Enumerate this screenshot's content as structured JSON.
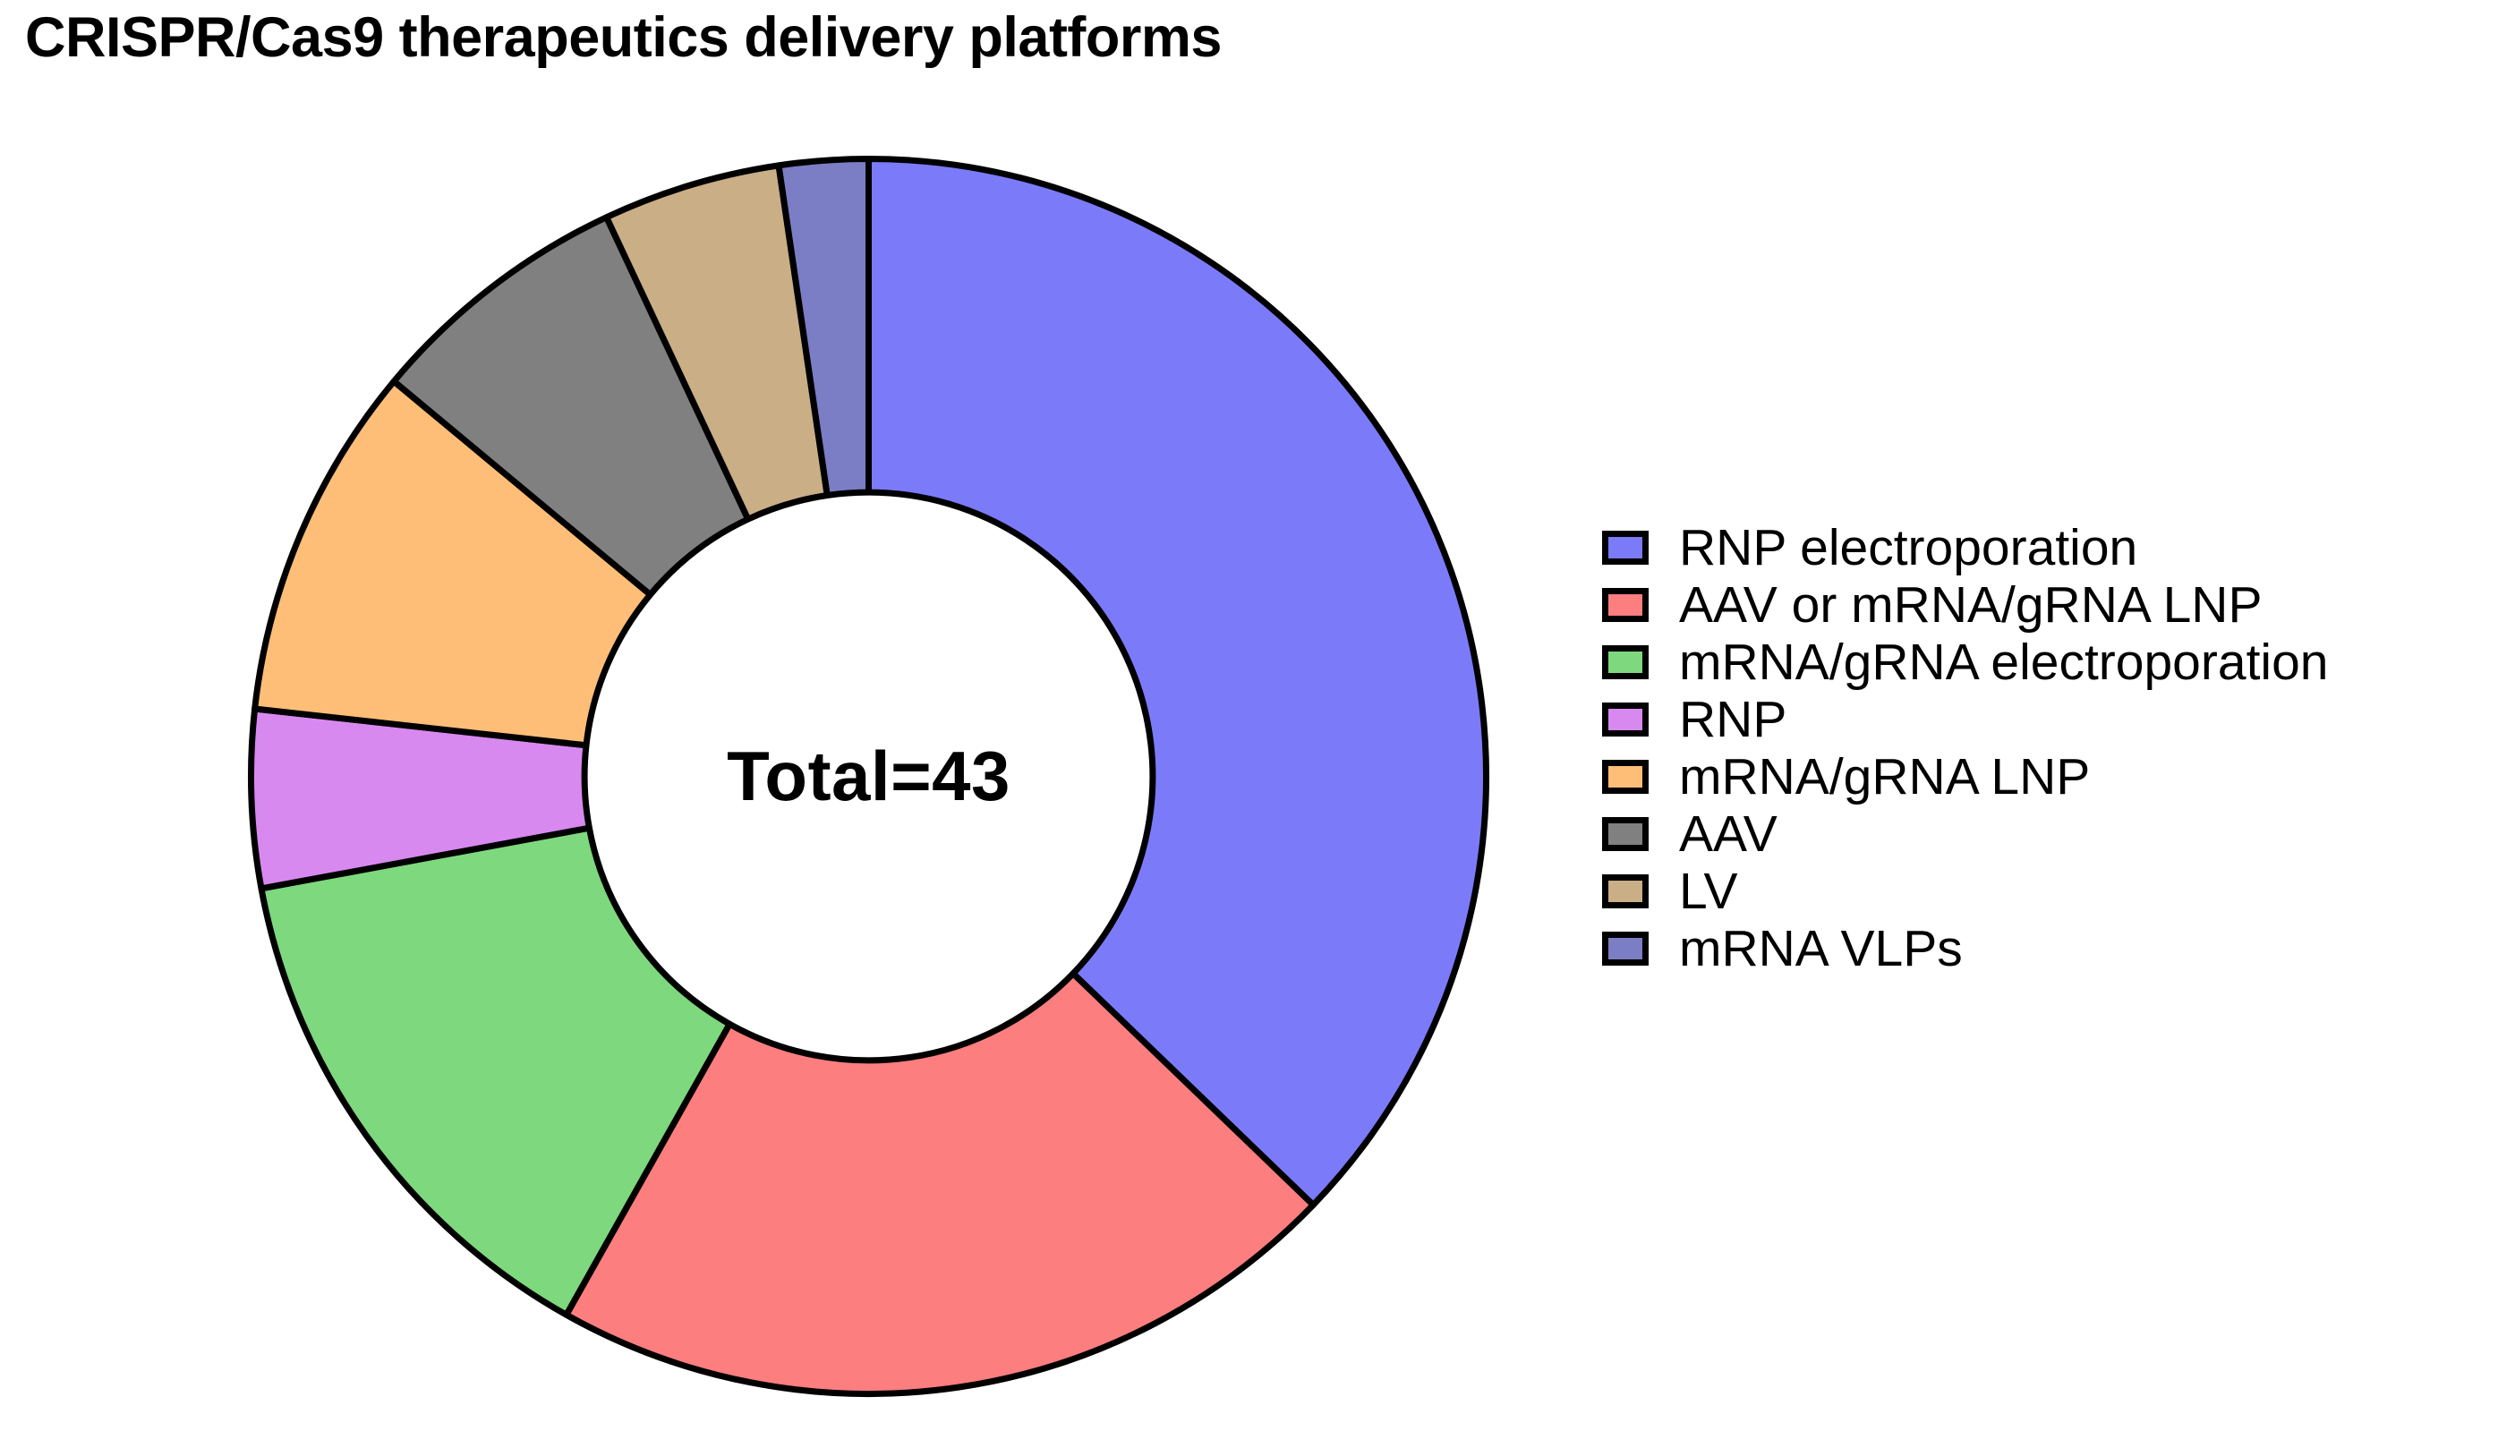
{
  "chart_data": {
    "type": "pie",
    "variant": "donut",
    "title": "CRISPR/Cas9 therapeutics delivery platforms",
    "center_label": "Total=43",
    "total": 43,
    "start_angle_deg": 0,
    "direction": "clockwise",
    "inner_radius_fraction": 0.46,
    "legend_position": "right",
    "grid": false,
    "xlabel": "",
    "ylabel": "",
    "categories": [
      "RNP electroporation",
      "AAV or mRNA/gRNA LNP",
      "mRNA/gRNA electroporation",
      "RNP",
      "mRNA/gRNA LNP",
      "AAV",
      "LV",
      "mRNA VLPs"
    ],
    "values": [
      16,
      9,
      6,
      2,
      4,
      3,
      2,
      1
    ],
    "percentages": [
      37.2,
      20.9,
      14.0,
      4.7,
      9.3,
      7.0,
      4.7,
      2.3
    ],
    "angles_deg": [
      134.0,
      75.3,
      50.2,
      16.7,
      33.5,
      25.1,
      16.7,
      8.4
    ],
    "colors": [
      "#7B7BFA",
      "#FC7E7E",
      "#7ED87E",
      "#D889F0",
      "#FFBE78",
      "#808080",
      "#C9AE86",
      "#7B7EC4"
    ],
    "slice_edge_color": "#000000",
    "slice_edge_width": 7,
    "background": "#FFFFFF"
  },
  "legend": {
    "items": [
      {
        "label": "RNP electroporation",
        "color": "#7B7BFA"
      },
      {
        "label": "AAV or mRNA/gRNA LNP",
        "color": "#FC7E7E"
      },
      {
        "label": "mRNA/gRNA electroporation",
        "color": "#7ED87E"
      },
      {
        "label": "RNP",
        "color": "#D889F0"
      },
      {
        "label": "mRNA/gRNA LNP",
        "color": "#FFBE78"
      },
      {
        "label": "AAV",
        "color": "#808080"
      },
      {
        "label": "LV",
        "color": "#C9AE86"
      },
      {
        "label": "mRNA VLPs",
        "color": "#7B7EC4"
      }
    ]
  }
}
